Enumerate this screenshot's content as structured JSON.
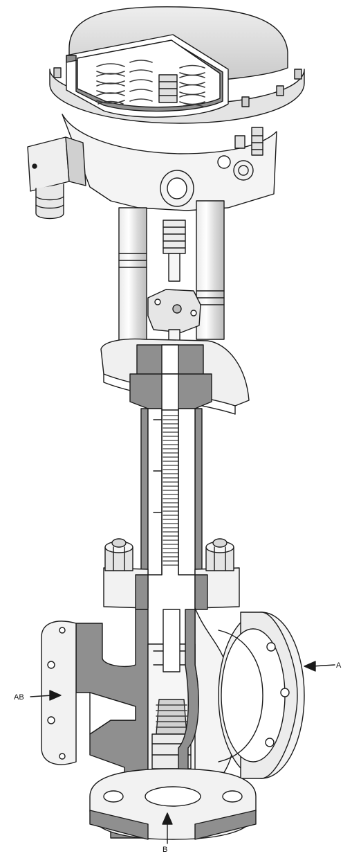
{
  "ports": {
    "a": "A",
    "ab": "AB",
    "b": "B"
  },
  "colors": {
    "line": "#1a1a1a",
    "section": "#8f8f8f",
    "body_light": "#f2f2f2",
    "body_mid": "#d9d9d9",
    "spring": "#3a3a3a"
  }
}
